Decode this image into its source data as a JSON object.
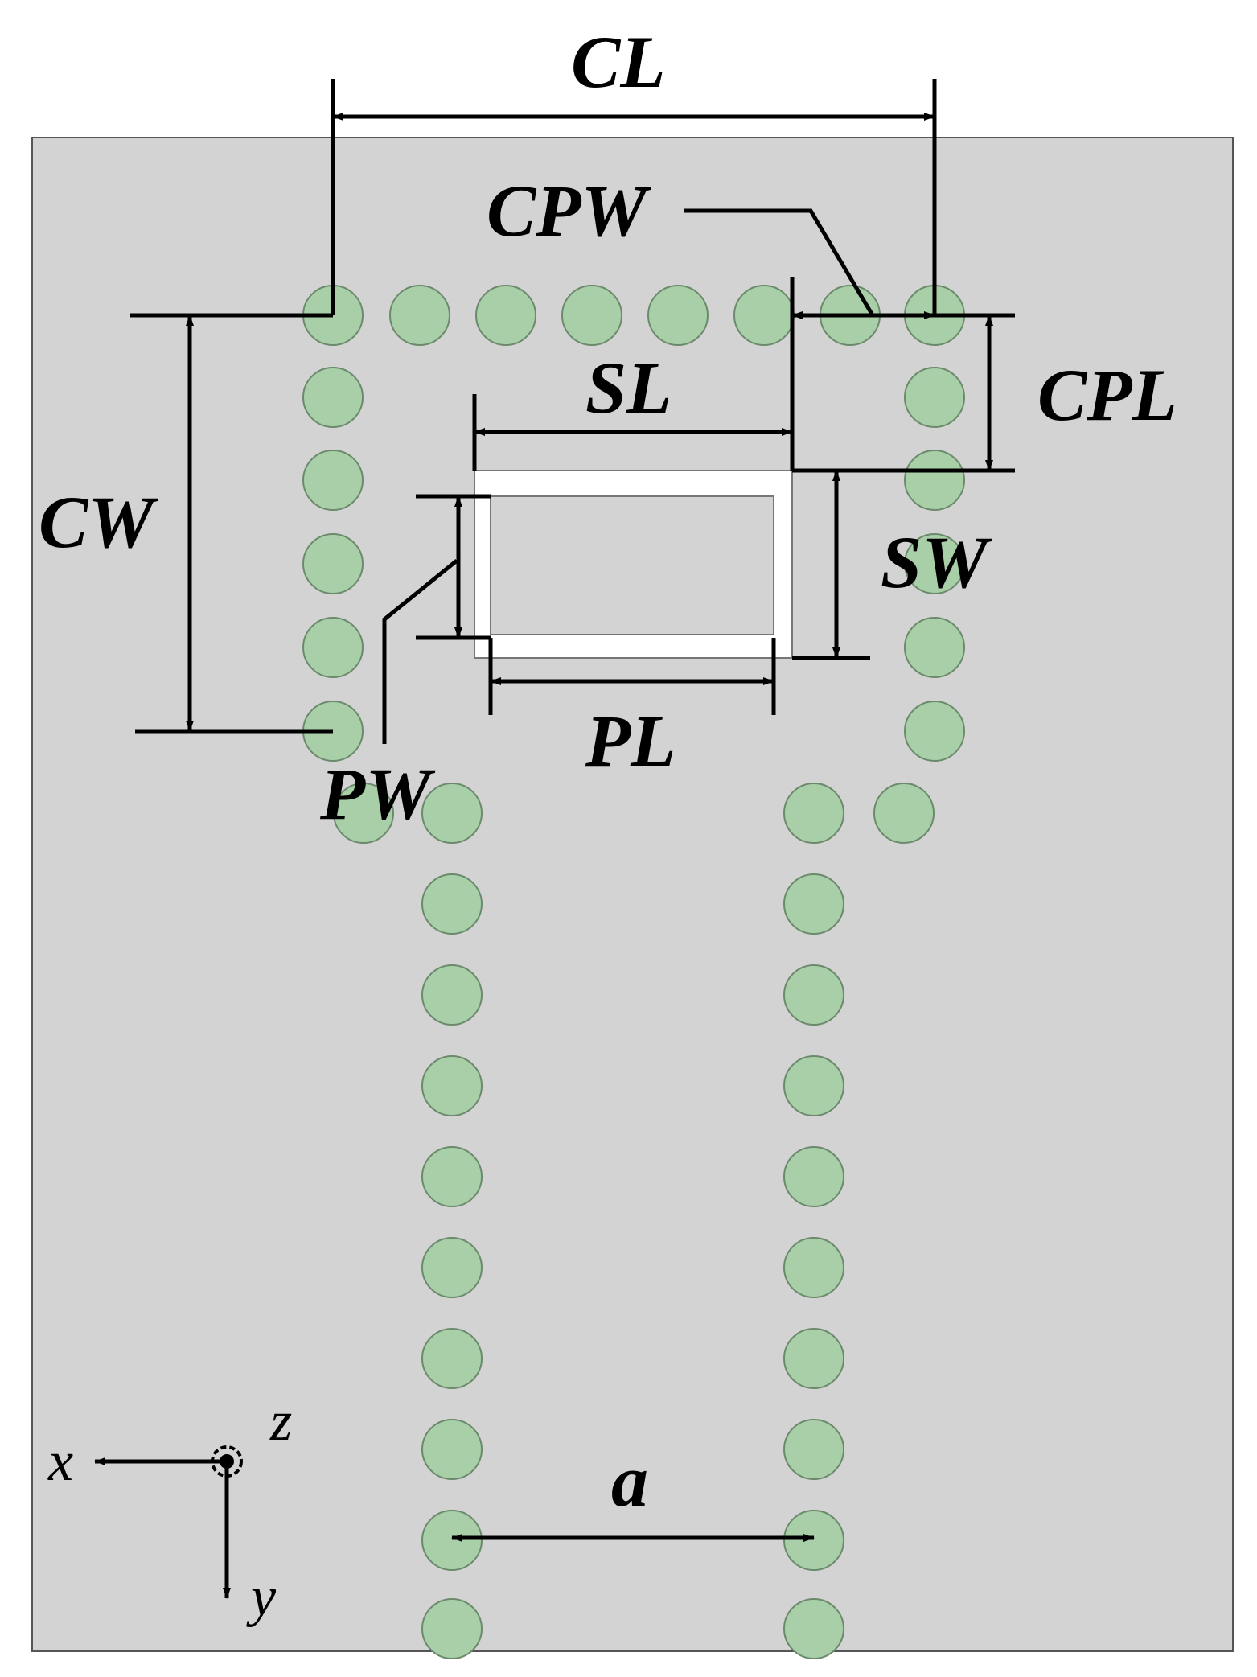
{
  "labels": {
    "cl": "CL",
    "cpw": "CPW",
    "cpl": "CPL",
    "cw": "CW",
    "sl": "SL",
    "sw": "SW",
    "pw": "PW",
    "pl": "PL",
    "a": "a"
  },
  "axes": {
    "x": "x",
    "y": "y",
    "z": "z"
  },
  "colors": {
    "substrate": "#d3d3d3",
    "substrate_border": "#555555",
    "via_fill": "#a8cfa8",
    "slot_fill": "#ffffff",
    "ink": "#000000"
  }
}
